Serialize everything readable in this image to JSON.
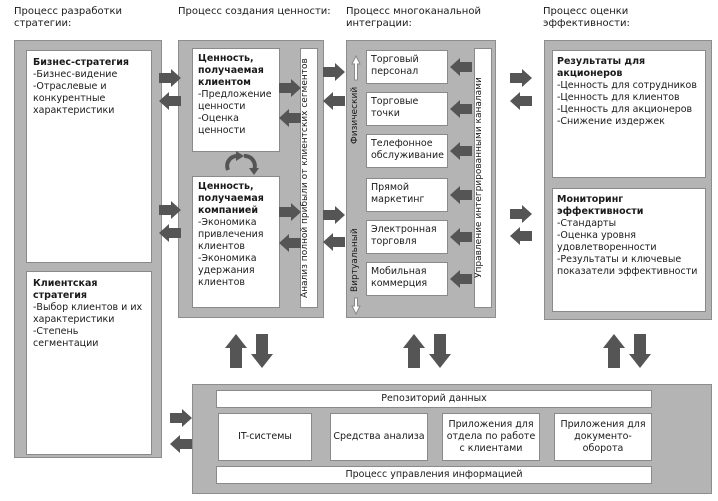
{
  "headers": {
    "strategy": "Процесс разработки стратегии:",
    "value": "Процесс создания ценности:",
    "integration": "Процесс многоканальной интеграции:",
    "assessment": "Процесс оценки эффективности:"
  },
  "strategy": {
    "business": {
      "title": "Бизнес-стратегия",
      "items": [
        "-Бизнес-видение",
        "-Отраслевые и конкурентные характеристики"
      ]
    },
    "client": {
      "title": "Клиентская стратегия",
      "items": [
        "-Выбор клиентов и их характеристики",
        "-Степень сегментации"
      ]
    }
  },
  "value": {
    "customer": {
      "title": "Ценность, получаемая клиентом",
      "items": [
        "-Предложение ценности",
        "-Оценка ценности"
      ]
    },
    "company": {
      "title": "Ценность, получаемая компанией",
      "items": [
        "-Экономика привлечения клиентов",
        "-Экономика удержания клиентов"
      ]
    },
    "vertical_label": "Анализ полной прибыли от клиентских сегментов"
  },
  "integration": {
    "channels": [
      "Торговый персонал",
      "Торговые точки",
      "Телефонное обслуживание",
      "Прямой маркетинг",
      "Электронная торговля",
      "Мобильная коммерция"
    ],
    "physical_label": "Физический",
    "virtual_label": "Виртуальный",
    "management_label": "Управление интегрированными каналами"
  },
  "assessment": {
    "shareholders": {
      "title": "Результаты для акционеров",
      "items": [
        "-Ценность для сотрудников",
        "-Ценность для клиентов",
        "-Ценность для акционеров",
        "-Снижение издержек"
      ]
    },
    "monitoring": {
      "title": "Мониторинг эффективности",
      "items": [
        "-Стандарты",
        "-Оценка уровня удовлетворенности",
        "-Результаты и ключевые показатели эффективности"
      ]
    }
  },
  "info": {
    "repository": "Репозиторий данных",
    "it_systems": "IT-системы",
    "analysis_tools": "Средства анализа",
    "client_apps": "Приложения для отдела по работе с клиентами",
    "doc_apps": "Приложения для документо-оборота",
    "process": "Процесс управления информацией"
  }
}
